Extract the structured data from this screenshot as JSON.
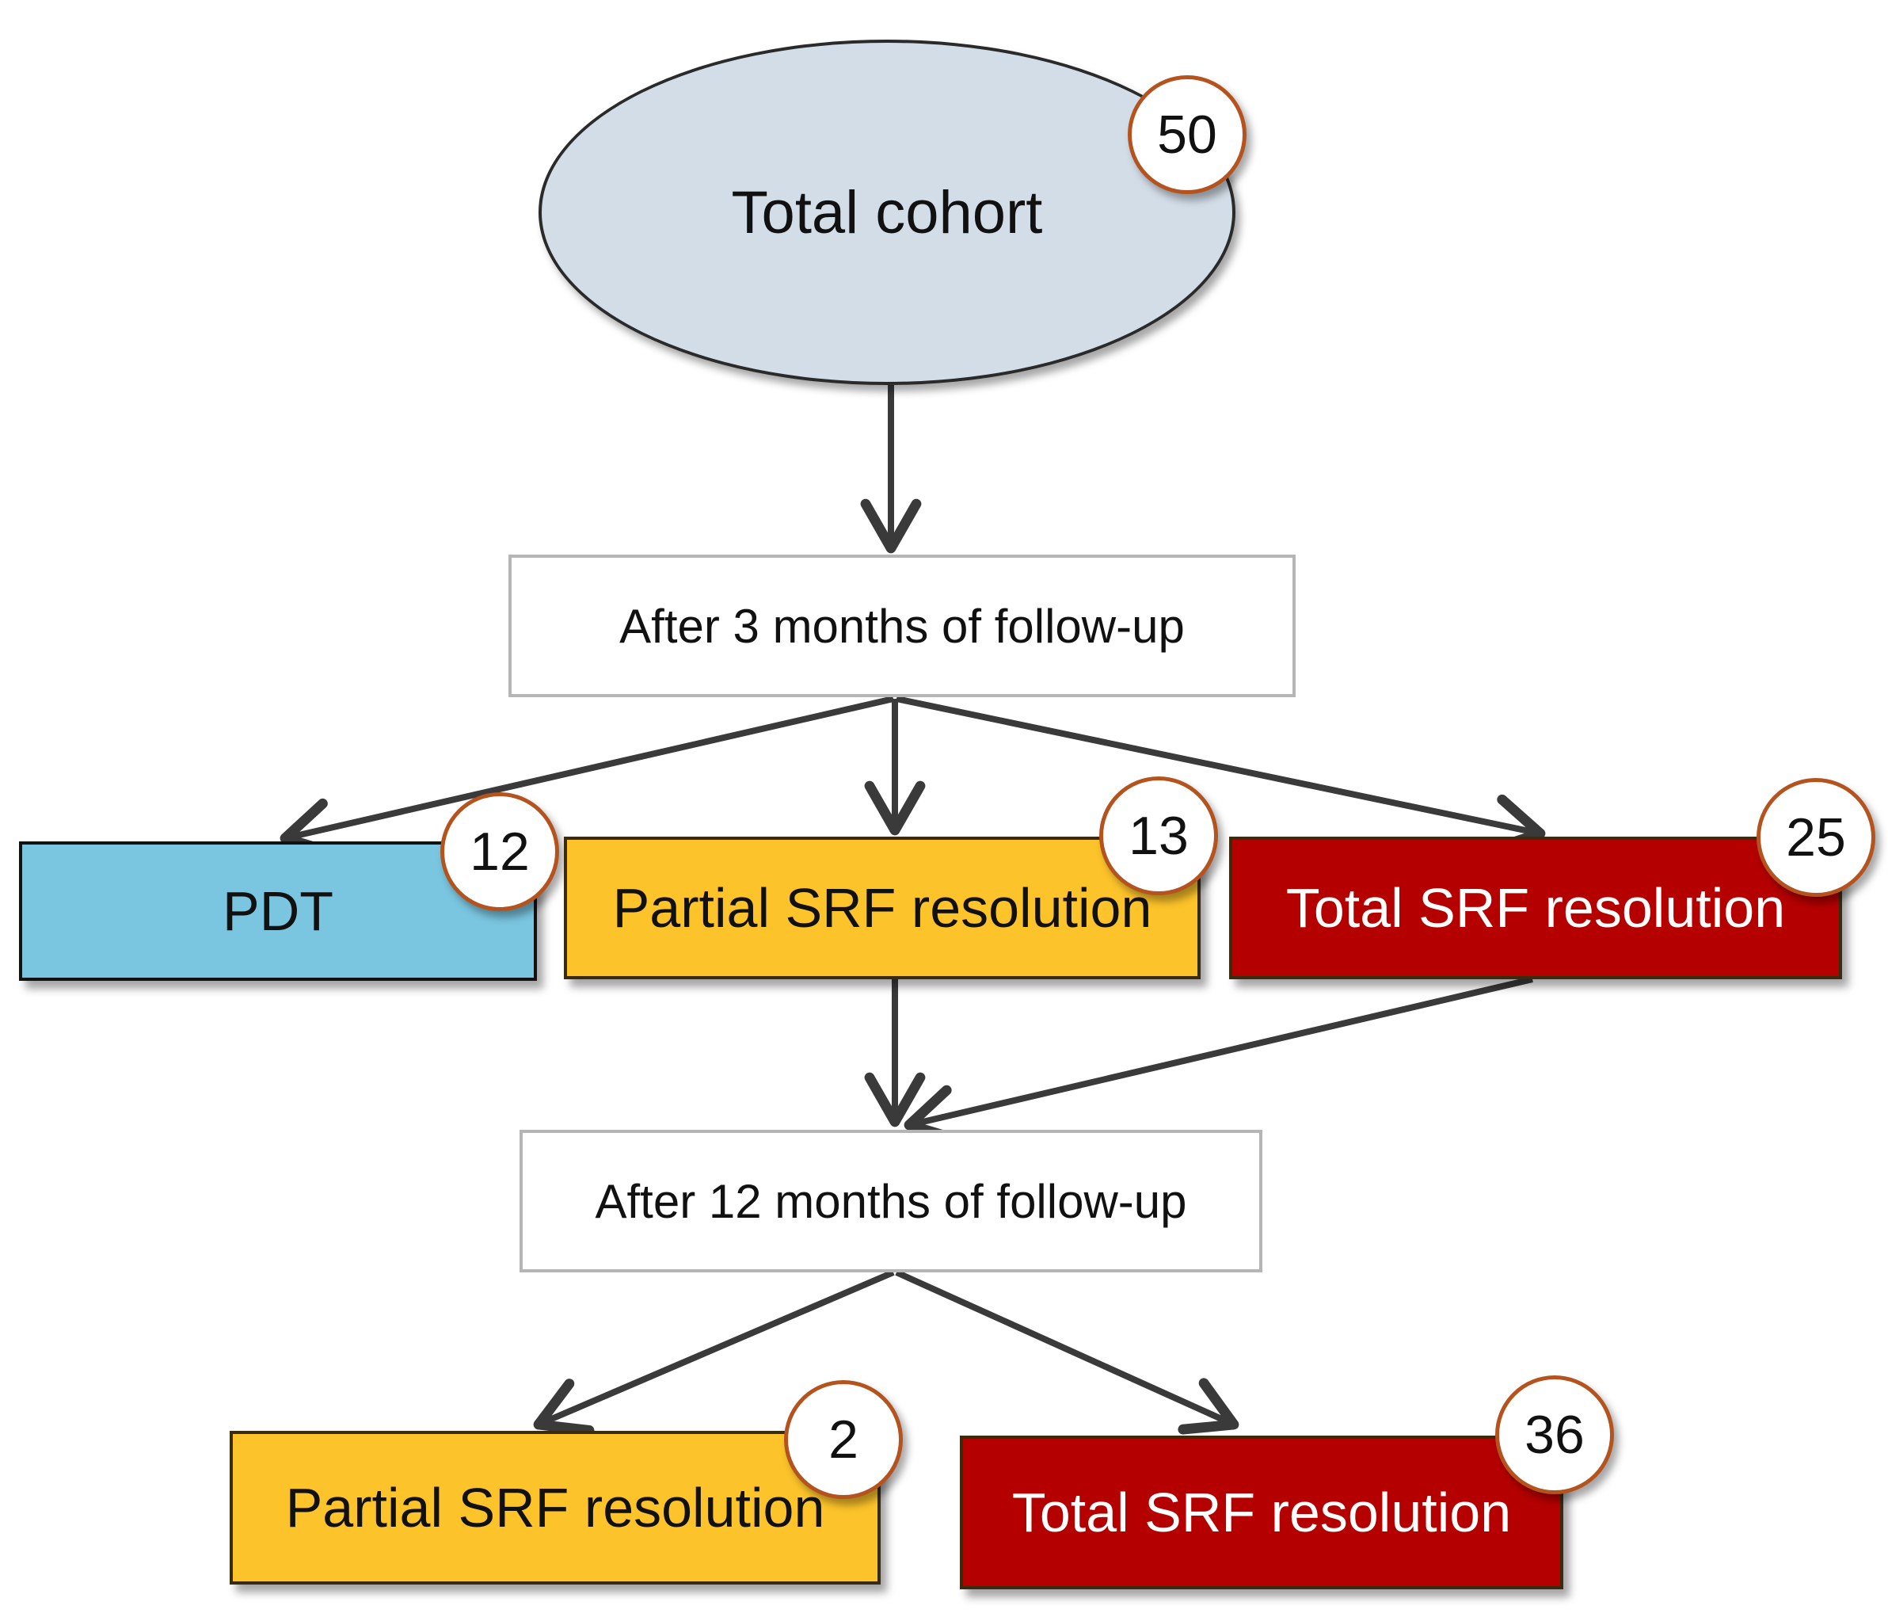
{
  "colors": {
    "cohort_fill": "#d3dde8",
    "pdt_fill": "#7ac5df",
    "partial_fill": "#fcc32a",
    "total_fill": "#b50000",
    "badge_border": "#b5531e",
    "arrow": "#3a3a3a"
  },
  "nodes": {
    "cohort": {
      "label": "Total cohort",
      "count": "50"
    },
    "followup_3": {
      "label": "After 3 months of follow-up"
    },
    "pdt": {
      "label": "PDT",
      "count": "12"
    },
    "partial_3": {
      "label": "Partial SRF resolution",
      "count": "13"
    },
    "total_3": {
      "label": "Total SRF resolution",
      "count": "25"
    },
    "followup_12": {
      "label": "After 12 months of follow-up"
    },
    "partial_12": {
      "label": "Partial SRF resolution",
      "count": "2"
    },
    "total_12": {
      "label": "Total SRF resolution",
      "count": "36"
    }
  },
  "edges": [
    {
      "from": "cohort",
      "to": "followup_3"
    },
    {
      "from": "followup_3",
      "to": "pdt"
    },
    {
      "from": "followup_3",
      "to": "partial_3"
    },
    {
      "from": "followup_3",
      "to": "total_3"
    },
    {
      "from": "partial_3",
      "to": "followup_12"
    },
    {
      "from": "total_3",
      "to": "followup_12"
    },
    {
      "from": "followup_12",
      "to": "partial_12"
    },
    {
      "from": "followup_12",
      "to": "total_12"
    }
  ]
}
